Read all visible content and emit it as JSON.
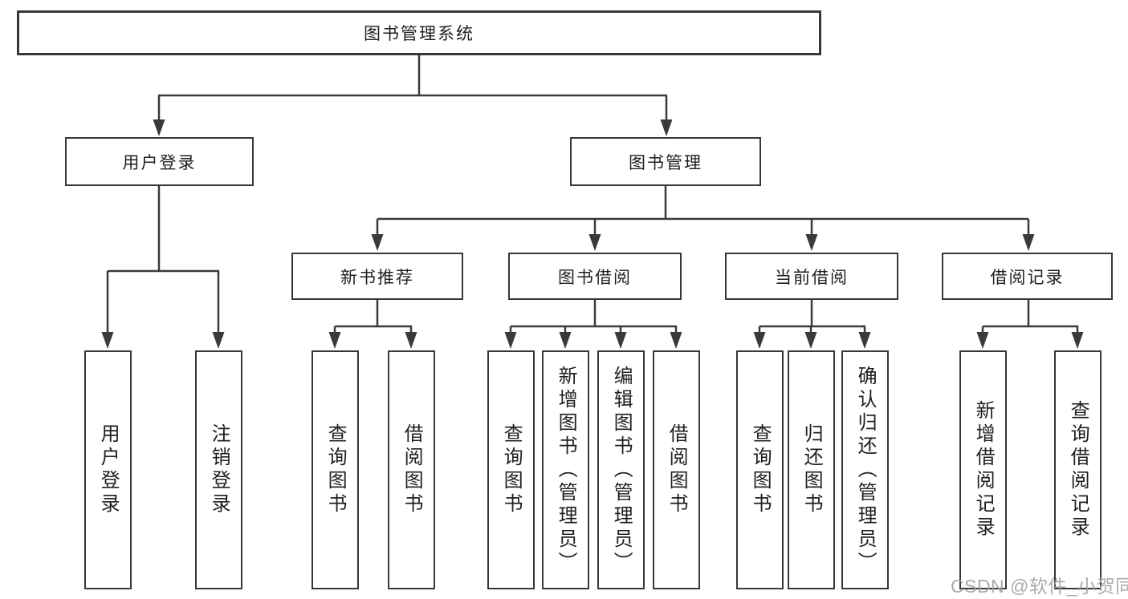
{
  "root": {
    "label": "图书管理系统"
  },
  "branches": {
    "user_login": {
      "label": "用户登录"
    },
    "book_mgmt": {
      "label": "图书管理"
    }
  },
  "sections": {
    "new_books": {
      "label": "新书推荐"
    },
    "book_borrow": {
      "label": "图书借阅"
    },
    "current_borrow": {
      "label": "当前借阅"
    },
    "borrow_records": {
      "label": "借阅记录"
    }
  },
  "leaves": {
    "user_login": {
      "label": "用户登录"
    },
    "logout": {
      "label": "注销登录"
    },
    "nb_query_books": {
      "label": "查询图书"
    },
    "nb_borrow_books": {
      "label": "借阅图书"
    },
    "bb_query_books": {
      "label": "查询图书"
    },
    "bb_add_books": {
      "label": "新增图书（管理员）"
    },
    "bb_edit_books": {
      "label": "编辑图书（管理员）"
    },
    "bb_borrow_books": {
      "label": "借阅图书"
    },
    "cb_query_books": {
      "label": "查询图书"
    },
    "cb_return_books": {
      "label": "归还图书"
    },
    "cb_confirm_return": {
      "label": "确认归还（管理员）"
    },
    "br_add_record": {
      "label": "新增借阅记录"
    },
    "br_query_record": {
      "label": "查询借阅记录"
    }
  },
  "watermark": {
    "text": "CSDN @软件_小贺同学"
  },
  "colors": {
    "line": "#3a3a3a",
    "border": "#383838",
    "text": "#1f1f1f",
    "watermark": "#a3a3a3",
    "background": "#ffffff"
  }
}
